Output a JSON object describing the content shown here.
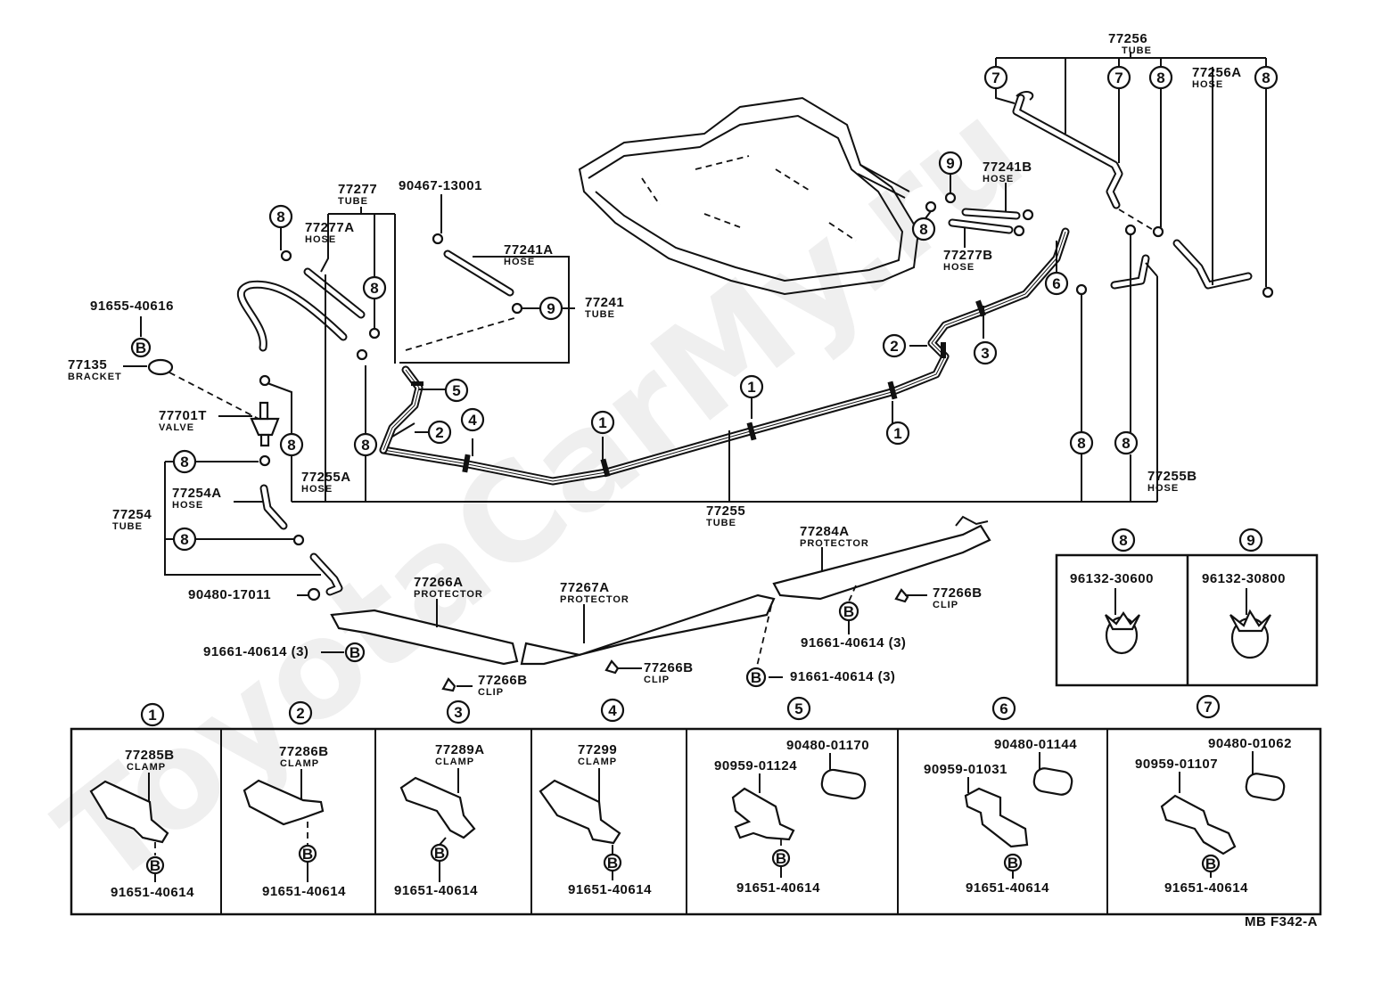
{
  "watermark": "ToyotaCarMy.ru",
  "footer_code": "MB F342-A",
  "callouts": {
    "c1": "1",
    "c2": "2",
    "c3": "3",
    "c4": "4",
    "c5": "5",
    "c6": "6",
    "c7": "7",
    "c8": "8",
    "c9": "9",
    "bolt": "B"
  },
  "parts": {
    "p77256": {
      "number": "77256",
      "name": "TUBE"
    },
    "p77256A": {
      "number": "77256A",
      "name": "HOSE"
    },
    "p77241B": {
      "number": "77241B",
      "name": "HOSE"
    },
    "p77277B": {
      "number": "77277B",
      "name": "HOSE"
    },
    "p77277": {
      "number": "77277",
      "name": "TUBE"
    },
    "p77277A": {
      "number": "77277A",
      "name": "HOSE"
    },
    "p90467": {
      "number": "90467-13001"
    },
    "p77241A": {
      "number": "77241A",
      "name": "HOSE"
    },
    "p77241": {
      "number": "77241",
      "name": "TUBE"
    },
    "p91655": {
      "number": "91655-40616"
    },
    "p77135": {
      "number": "77135",
      "name": "BRACKET"
    },
    "p77701T": {
      "number": "77701T",
      "name": "VALVE"
    },
    "p77255A": {
      "number": "77255A",
      "name": "HOSE"
    },
    "p77254A": {
      "number": "77254A",
      "name": "HOSE"
    },
    "p77254": {
      "number": "77254",
      "name": "TUBE"
    },
    "p90480_17011": {
      "number": "90480-17011"
    },
    "p77255": {
      "number": "77255",
      "name": "TUBE"
    },
    "p77255B": {
      "number": "77255B",
      "name": "HOSE"
    },
    "p77284A": {
      "number": "77284A",
      "name": "PROTECTOR"
    },
    "p77266A": {
      "number": "77266A",
      "name": "PROTECTOR"
    },
    "p77267A": {
      "number": "77267A",
      "name": "PROTECTOR"
    },
    "p77266B": {
      "number": "77266B",
      "name": "CLIP"
    },
    "p91661": {
      "number": "91661-40614 (3)"
    }
  },
  "clip_boxes": [
    {
      "callout": "8",
      "part": "96132-30600"
    },
    {
      "callout": "9",
      "part": "96132-30800"
    }
  ],
  "clamp_boxes": [
    {
      "callout": "1",
      "clamp": "77285B",
      "clamp_name": "CLAMP",
      "bolt": "91651-40614"
    },
    {
      "callout": "2",
      "clamp": "77286B",
      "clamp_name": "CLAMP",
      "bolt": "91651-40614"
    },
    {
      "callout": "3",
      "clamp": "77289A",
      "clamp_name": "CLAMP",
      "bolt": "91651-40614"
    },
    {
      "callout": "4",
      "clamp": "77299",
      "clamp_name": "CLAMP",
      "bolt": "91651-40614"
    },
    {
      "callout": "5",
      "clamp": "90959-01124",
      "grommet": "90480-01170",
      "bolt": "91651-40614"
    },
    {
      "callout": "6",
      "clamp": "90959-01031",
      "grommet": "90480-01144",
      "bolt": "91651-40614"
    },
    {
      "callout": "7",
      "clamp": "90959-01107",
      "grommet": "90480-01062",
      "bolt": "91651-40614"
    }
  ]
}
